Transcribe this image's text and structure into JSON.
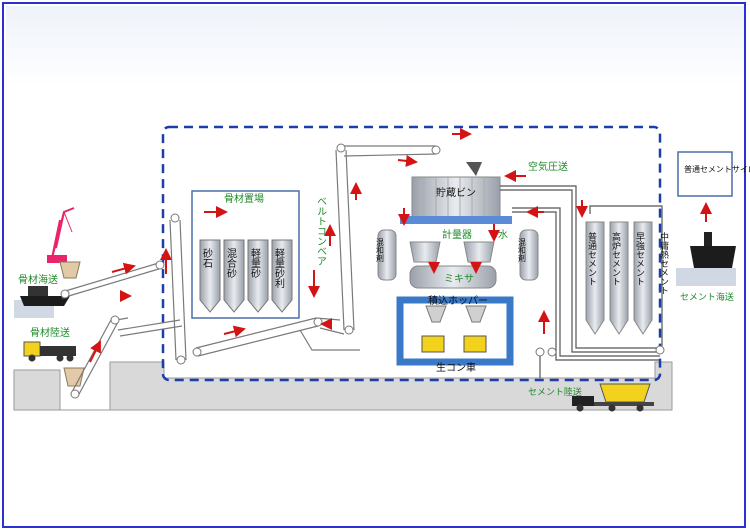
{
  "labels": {
    "aggregate_sea": "骨材海送",
    "aggregate_land": "骨材陸送",
    "aggregate_yard": "骨材置場",
    "belt_conveyor": "ベルトコンベア",
    "air_transport": "空気圧送",
    "storage_bin": "貯蔵ビン",
    "admixture": "混和剤",
    "metering": "計量器",
    "water": "水",
    "mixer": "ミキサ",
    "loading_hopper": "積込ホッパー",
    "ready_mix_truck": "生コン車",
    "cement_land": "セメント陸送",
    "cement_sea": "セメント海送",
    "cement_silo": "普通セメントサイロ"
  },
  "aggregate_bins": [
    "砂石",
    "混合砂",
    "軽量砂",
    "軽量砂利"
  ],
  "cement_silos": [
    "普通セメント",
    "高炉セメント",
    "早強セメント",
    "中庸熱セメント"
  ]
}
